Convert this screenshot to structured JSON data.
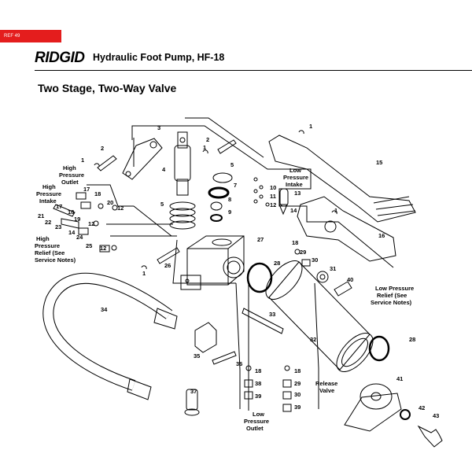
{
  "header": {
    "ref_tab": "REF 49",
    "brand": "RIDGID",
    "title": "Hydraulic Foot Pump, HF-18"
  },
  "section": {
    "title": "Two Stage, Two-Way Valve"
  },
  "labels": {
    "high_pressure_outlet": [
      "High",
      "Pressure",
      "Outlet"
    ],
    "high_pressure_intake": [
      "High",
      "Pressure",
      "Intake"
    ],
    "high_pressure_relief": [
      "High",
      "Pressure",
      "Relief (See",
      "Service Notes)"
    ],
    "low_pressure_intake": [
      "Low",
      "Pressure",
      "Intake"
    ],
    "low_pressure_relief": [
      "Low Pressure",
      "Relief (See",
      "Service Notes)"
    ],
    "release_valve": [
      "Release",
      "Valve"
    ],
    "low_pressure_outlet": [
      "Low",
      "Pressure",
      "Outlet"
    ]
  },
  "callouts": [
    "1",
    "2",
    "3",
    "4",
    "5",
    "6",
    "7",
    "8",
    "9",
    "10",
    "11",
    "12",
    "13",
    "14",
    "15",
    "16",
    "17",
    "18",
    "19",
    "20",
    "21",
    "22",
    "23",
    "24",
    "25",
    "26",
    "27",
    "28",
    "29",
    "30",
    "31",
    "32",
    "33",
    "34",
    "35",
    "36",
    "37",
    "38",
    "39",
    "40",
    "41",
    "42",
    "43"
  ]
}
